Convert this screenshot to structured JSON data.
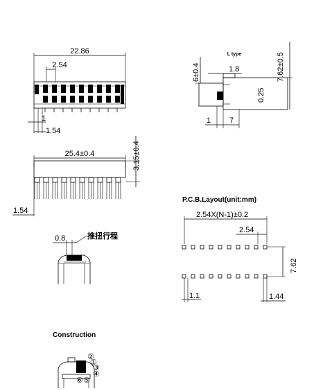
{
  "top_view": {
    "dim_width": "22.86",
    "dim_pitch": "2.54",
    "dim_pin_width": "1",
    "dim_offset": "1.54"
  },
  "side_view": {
    "dim_length": "25.4±0.4",
    "dim_pin_length": "3.15±0.4",
    "dim_offset": "1.54"
  },
  "l_type": {
    "title": "L type",
    "dim_pin_length": "6±0.4",
    "dim_actuator": "1.8",
    "dim_height": "7.62±0.5",
    "dim_thickness": "0.25",
    "dim_left": "1",
    "dim_body": "7"
  },
  "pcb": {
    "title": "P.C.B.Layout(unit:mm)",
    "dim_total": "2.54X(N-1)±0.2",
    "dim_pitch": "2.54",
    "dim_row_spacing": "7.62",
    "dim_left": "1.1",
    "dim_right": "1.44",
    "holes_per_row": 10
  },
  "actuator": {
    "dim_travel": "0.8",
    "label": "推扭行程"
  },
  "construction": {
    "title": "Construction",
    "callouts": [
      "②",
      "①",
      "③",
      "④",
      "⑥",
      "⑤"
    ]
  }
}
